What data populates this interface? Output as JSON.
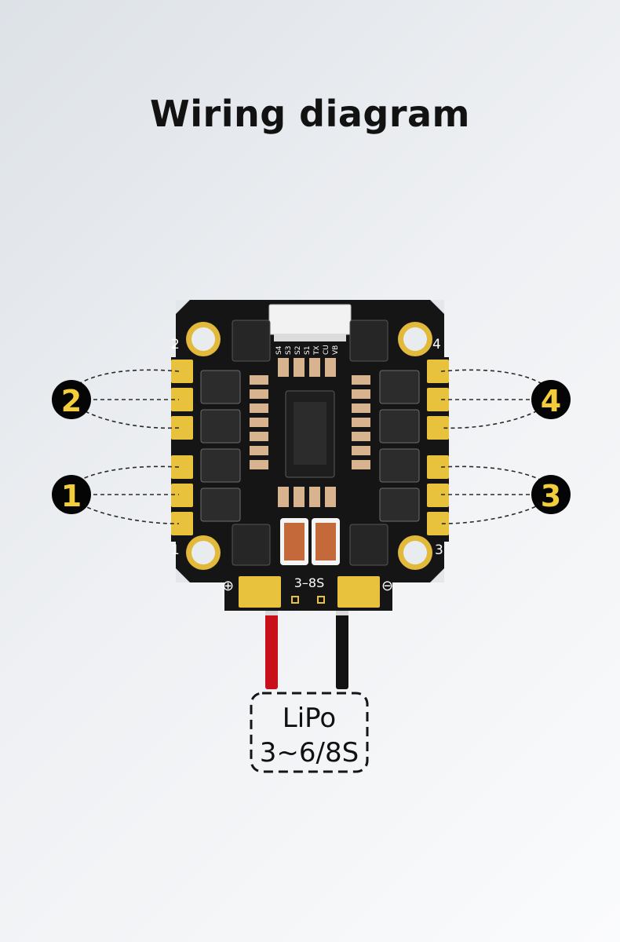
{
  "title": "Wiring diagram",
  "motor_markers": [
    {
      "id": "m2",
      "label": "2"
    },
    {
      "id": "m4",
      "label": "4"
    },
    {
      "id": "m1",
      "label": "1"
    },
    {
      "id": "m3",
      "label": "3"
    }
  ],
  "corner_labels": {
    "tl": "2",
    "tr": "4",
    "bl": "1",
    "br": "3"
  },
  "connector_pins": [
    "S4",
    "S3",
    "S2",
    "S1",
    "TX",
    "CU",
    "VB"
  ],
  "voltage_label": "3–8S",
  "terminal_plus": "⊕",
  "terminal_minus": "⊖",
  "lipo": {
    "line1": "LiPo",
    "line2": "3~6/8S"
  },
  "colors": {
    "board": "#151515",
    "pad": "#e8c23c",
    "wire_red": "#c8101a",
    "wire_black": "#121212",
    "inductor": "#c46a3a",
    "capacitor": "#d8b38f"
  }
}
